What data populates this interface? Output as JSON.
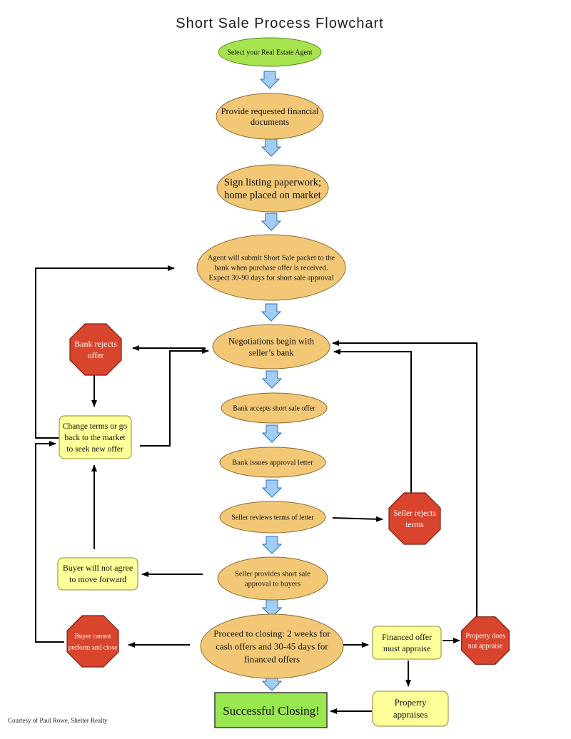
{
  "title": "Short Sale Process Flowchart",
  "credit": "Courtesy of Paul Rowe,  Shelter Realty",
  "colors": {
    "start": "#a6e34f",
    "process": "#f2c877",
    "note": "#ffff99",
    "stop": "#d8452c",
    "success": "#99e84f",
    "flow_arrow": "#9fcdf3"
  },
  "nodes": {
    "select_agent": [
      "Select your Real Estate Agent"
    ],
    "provide_docs": [
      "Provide requested financial",
      "documents"
    ],
    "sign_listing": [
      "Sign listing paperwork;",
      "home placed on market"
    ],
    "submit_packet": [
      "Agent will submit Short Sale packet to the",
      "bank when purchase offer is received.",
      "Expect 30-90 days for short sale approval"
    ],
    "negotiations": [
      "Negotiations begin with",
      "seller’s bank"
    ],
    "bank_accepts": [
      "Bank accepts short sale offer"
    ],
    "approval_letter": [
      "Bank issues approval letter"
    ],
    "seller_reviews": [
      "Seller reviews terms of letter"
    ],
    "seller_provides": [
      "Seller provides short sale",
      "approval to buyers"
    ],
    "proceed_closing": [
      "Proceed to closing: 2 weeks for",
      "cash offers and 30-45 days for",
      "financed offers"
    ],
    "successful_closing": [
      "Successful Closing!"
    ],
    "bank_rejects": [
      "Bank rejects",
      "offer"
    ],
    "change_terms": [
      "Change terms or go",
      "back to the market",
      "to seek new offer"
    ],
    "buyer_not_agree": [
      "Buyer will not agree",
      "to move forward"
    ],
    "buyer_cannot": [
      "Buyer cannot",
      "perform and close"
    ],
    "seller_rejects": [
      "Seller rejects",
      "terms"
    ],
    "financed_offer": [
      "Financed offer",
      "must appraise"
    ],
    "property_not_appraise": [
      "Property does",
      "not appraise"
    ],
    "property_appraises": [
      "Property",
      "appraises"
    ]
  }
}
